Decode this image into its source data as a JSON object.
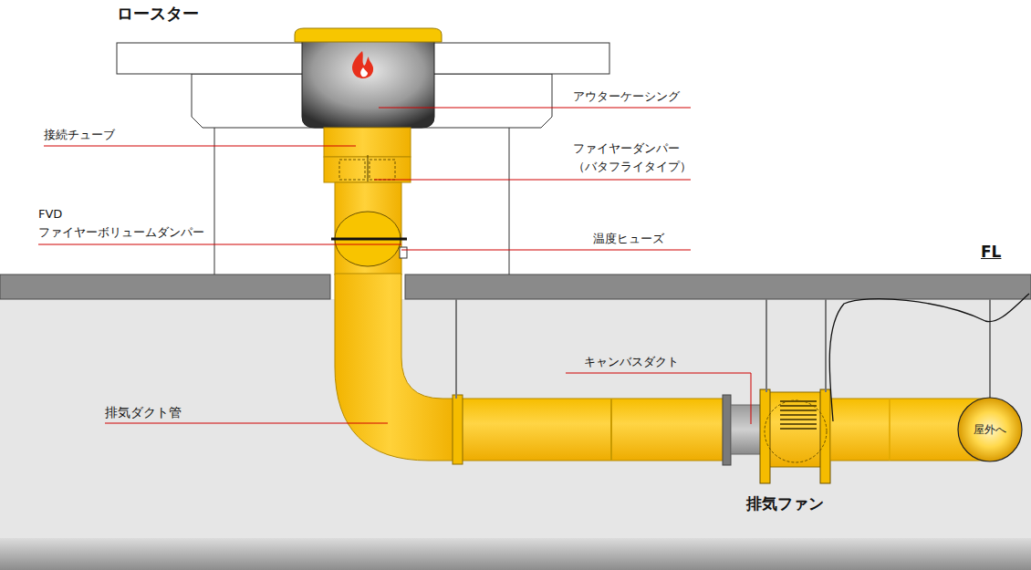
{
  "diagram": {
    "title": "ロースター",
    "nodes": [
      {
        "text": [
          "屋外へ"
        ]
      }
    ],
    "labels": [
      "アウターケーシング",
      "接続チューブ",
      "ファイヤーダンパー （バタフライタイプ）",
      "FVD ファイヤーボリュームダンパー",
      "温度ヒューズ",
      "キャンバスダクト",
      "排気ダクト管",
      "排気ファン",
      "FL"
    ]
  }
}
